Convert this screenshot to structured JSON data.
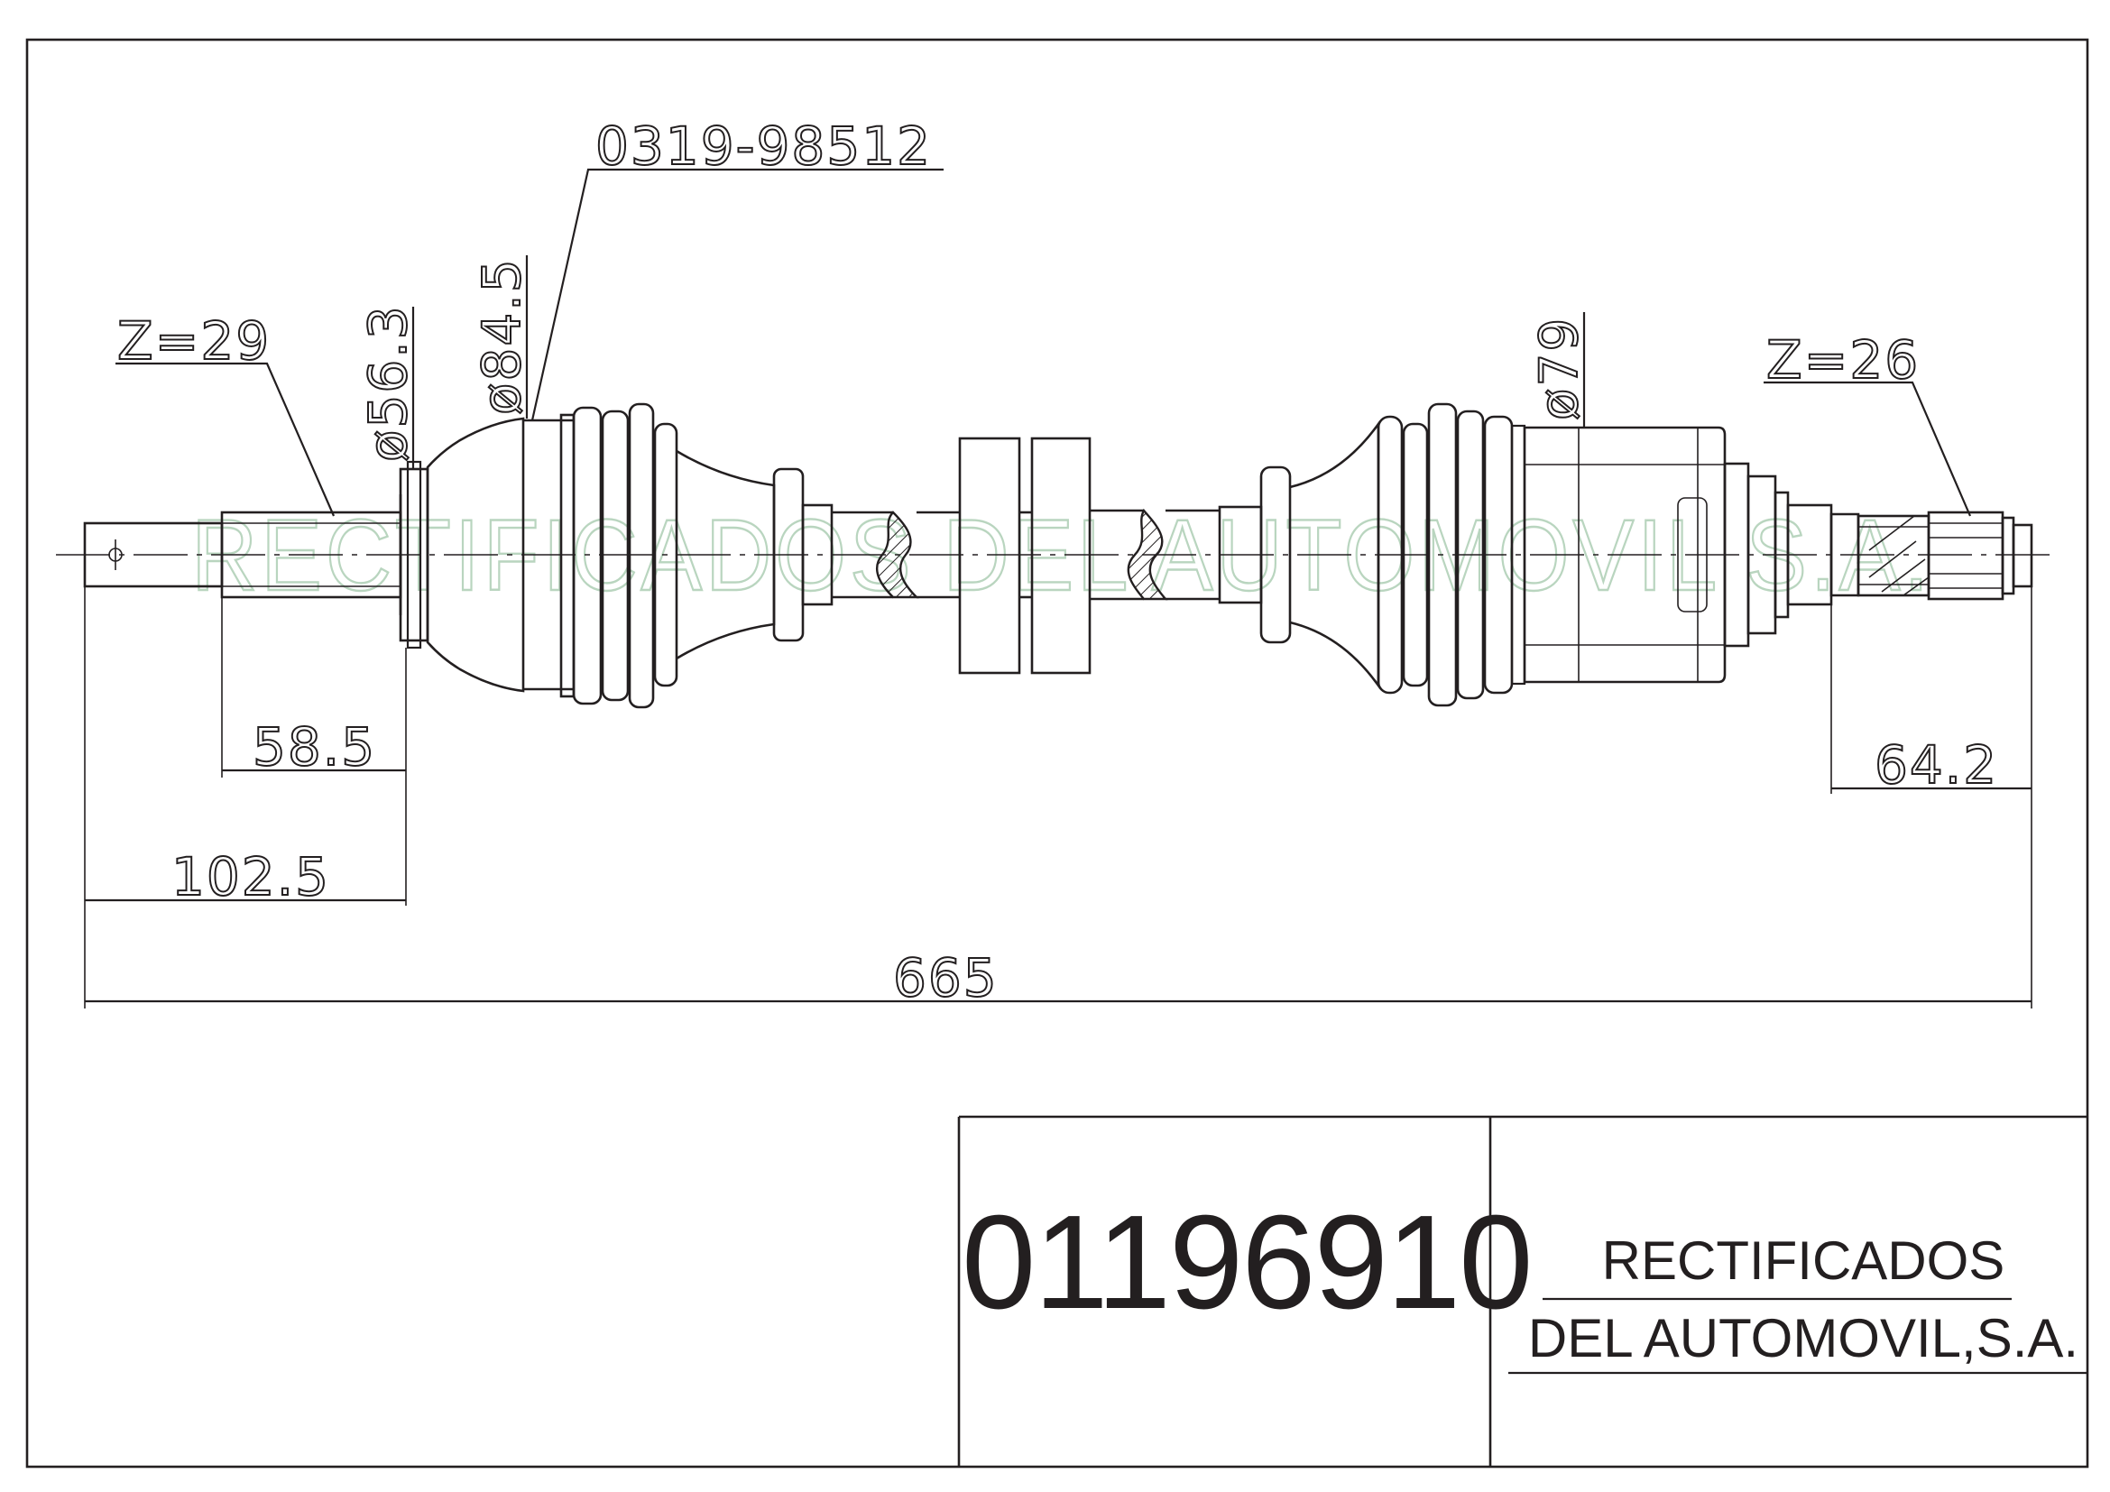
{
  "drawing": {
    "part_reference": "0319-98512",
    "left_spline_teeth": "Z=29",
    "right_spline_teeth": "Z=26",
    "diameters": {
      "left_seat": "ø56.3",
      "left_boot": "ø84.5",
      "right_boot": "ø79"
    },
    "lengths": {
      "left_spline": "58.5",
      "left_stub": "102.5",
      "right_spline": "64.2",
      "overall": "665"
    },
    "watermark": "RECTIFICADOS DEL AUTOMOVIL S.A."
  },
  "title_block": {
    "part_number": "01196910",
    "company_line1": "RECTIFICADOS",
    "company_line2": "DEL AUTOMOVIL,S.A."
  },
  "colors": {
    "line": "#231f20",
    "watermark": "#b9d5bf"
  }
}
